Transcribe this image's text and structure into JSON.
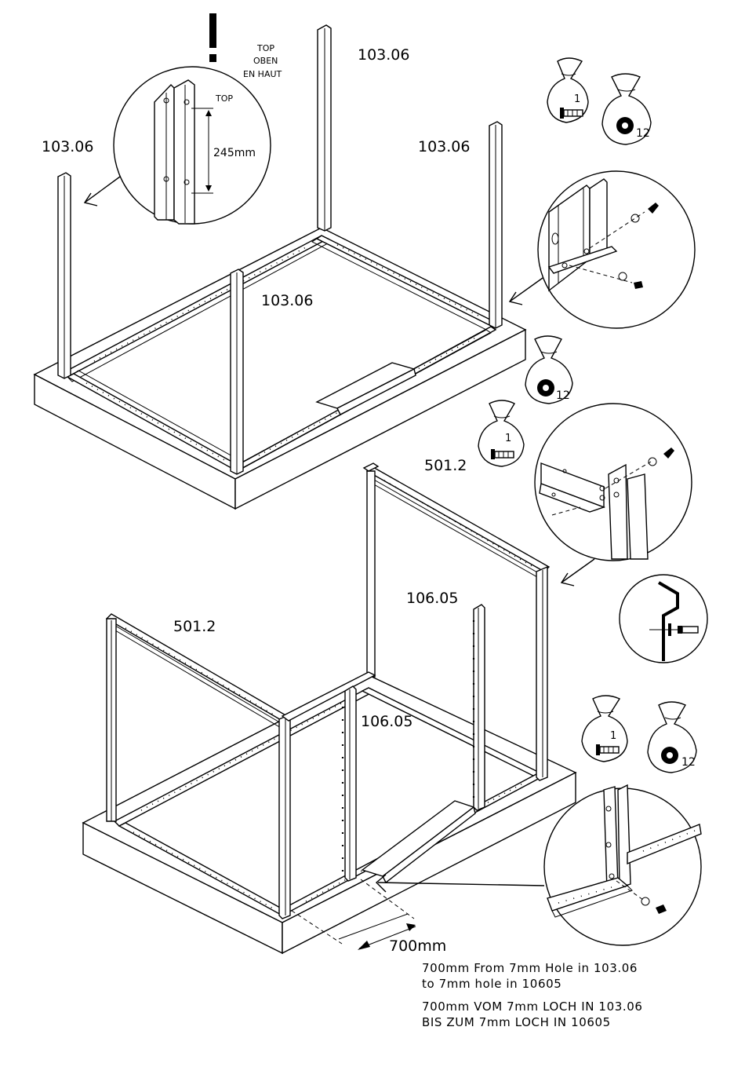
{
  "step1": {
    "part_back": "103.06",
    "part_left": "103.06",
    "part_right": "103.06",
    "part_front": "103.06",
    "top_label_en": "TOP",
    "top_label_de": "OBEN",
    "top_label_fr": "EN HAUT",
    "detail_top_label": "TOP",
    "detail_measure": "245mm",
    "bag_screw_count": "1",
    "bag_washer_count": "12",
    "bag2_washer_count": "12"
  },
  "step2": {
    "panel_back_label": "501.2",
    "panel_left_label": "501.2",
    "upright_back_label": "106.05",
    "upright_front_label": "106.05",
    "bag_screw_count": "1",
    "bag3_screw_count": "1",
    "bag3_washer_count": "12",
    "dimension_label": "700mm",
    "note_en_line1": "700mm From 7mm Hole in 103.06",
    "note_en_line2": "to 7mm hole in 10605",
    "note_de_line1": "700mm VOM 7mm LOCH IN 103.06",
    "note_de_line2": "BIS ZUM 7mm LOCH IN 10605"
  }
}
